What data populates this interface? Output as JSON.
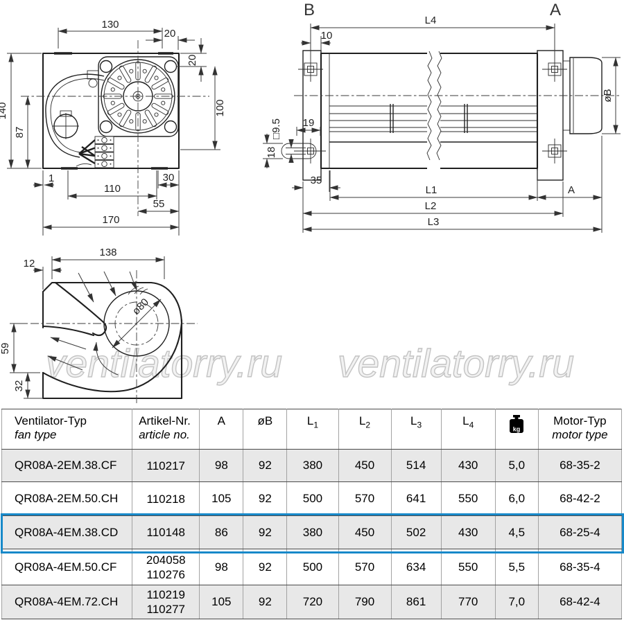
{
  "watermark": {
    "text": "ventilatorry.ru"
  },
  "colors": {
    "highlight": "#1789c9",
    "row_alt": "#e8e8e8"
  },
  "drawing": {
    "front_view": {
      "d130": "130",
      "d20_top": "20",
      "d20_right": "20",
      "d140": "140",
      "d87": "87",
      "d100": "100",
      "d1": "1",
      "d110": "110",
      "d30": "30",
      "d55": "55",
      "d170": "170"
    },
    "side_view": {
      "section_b": "B",
      "section_a": "A",
      "l4": "L4",
      "d10": "10",
      "d19": "19",
      "sq95": "□9.5",
      "d18": "18",
      "d35": "35",
      "l1": "L1",
      "a": "A",
      "l2": "L2",
      "l3": "L3",
      "db": "øB"
    },
    "scroll_view": {
      "d138": "138",
      "d12": "12",
      "d80": "ø80",
      "d59": "59",
      "d32": "32"
    }
  },
  "table": {
    "headers": {
      "fan_type": {
        "de": "Ventilator-Typ",
        "en": "fan type"
      },
      "article": {
        "de": "Artikel-Nr.",
        "en": "article no."
      },
      "a": "A",
      "ob": "øB",
      "l1": {
        "base": "L",
        "sub": "1"
      },
      "l2": {
        "base": "L",
        "sub": "2"
      },
      "l3": {
        "base": "L",
        "sub": "3"
      },
      "l4": {
        "base": "L",
        "sub": "4"
      },
      "kg_label": "kg",
      "motor": {
        "de": "Motor-Typ",
        "en": "motor type"
      }
    },
    "rows": [
      {
        "fan_type": "QR08A-2EM.38.CF",
        "art1": "110217",
        "art2": "",
        "a": "98",
        "ob": "92",
        "l1": "380",
        "l2": "450",
        "l3": "514",
        "l4": "430",
        "kg": "5,0",
        "motor": "68-35-2"
      },
      {
        "fan_type": "QR08A-2EM.50.CH",
        "art1": "110218",
        "art2": "",
        "a": "105",
        "ob": "92",
        "l1": "500",
        "l2": "570",
        "l3": "641",
        "l4": "550",
        "kg": "6,0",
        "motor": "68-42-2"
      },
      {
        "fan_type": "QR08A-4EM.38.CD",
        "art1": "110148",
        "art2": "",
        "a": "86",
        "ob": "92",
        "l1": "380",
        "l2": "450",
        "l3": "502",
        "l4": "430",
        "kg": "4,5",
        "motor": "68-25-4"
      },
      {
        "fan_type": "QR08A-4EM.50.CF",
        "art1": "204058",
        "art2": "110276",
        "a": "98",
        "ob": "92",
        "l1": "500",
        "l2": "570",
        "l3": "634",
        "l4": "550",
        "kg": "5,5",
        "motor": "68-35-4"
      },
      {
        "fan_type": "QR08A-4EM.72.CH",
        "art1": "110219",
        "art2": "110277",
        "a": "105",
        "ob": "92",
        "l1": "720",
        "l2": "790",
        "l3": "861",
        "l4": "770",
        "kg": "7,0",
        "motor": "68-42-4"
      }
    ]
  }
}
